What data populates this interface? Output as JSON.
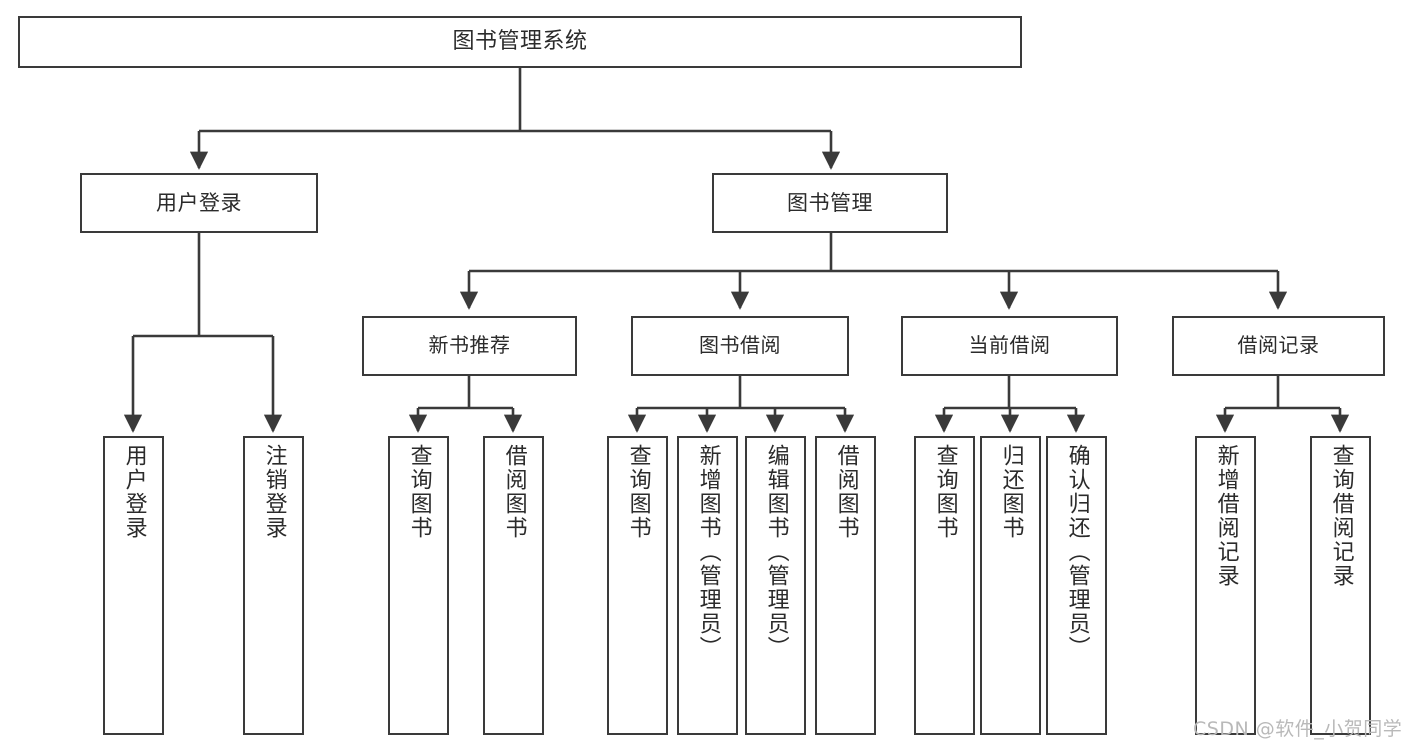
{
  "diagram": {
    "type": "tree-hierarchy",
    "title": "图书管理系统",
    "watermark": "CSDN @软件_小贺同学",
    "colors": {
      "background": "#ffffff",
      "node_border": "#3a3a3a",
      "node_fill": "#ffffff",
      "text": "#2b2b2b",
      "connector": "#3a3a3a",
      "watermark": "#b9b9b9"
    },
    "root": {
      "label": "图书管理系统"
    },
    "level1": [
      {
        "label": "用户登录"
      },
      {
        "label": "图书管理"
      }
    ],
    "level2": [
      {
        "label": "新书推荐"
      },
      {
        "label": "图书借阅"
      },
      {
        "label": "当前借阅"
      },
      {
        "label": "借阅记录"
      }
    ],
    "leaves": {
      "user_login": [
        {
          "label": "用户登录"
        },
        {
          "label": "注销登录"
        }
      ],
      "new_book_recommend": [
        {
          "label": "查询图书"
        },
        {
          "label": "借阅图书"
        }
      ],
      "book_borrow": [
        {
          "label": "查询图书"
        },
        {
          "label": "新增图书（管理员）"
        },
        {
          "label": "编辑图书（管理员）"
        },
        {
          "label": "借阅图书"
        }
      ],
      "current_borrow": [
        {
          "label": "查询图书"
        },
        {
          "label": "归还图书"
        },
        {
          "label": "确认归还（管理员）"
        }
      ],
      "borrow_record": [
        {
          "label": "新增借阅记录"
        },
        {
          "label": "查询借阅记录"
        }
      ]
    }
  }
}
